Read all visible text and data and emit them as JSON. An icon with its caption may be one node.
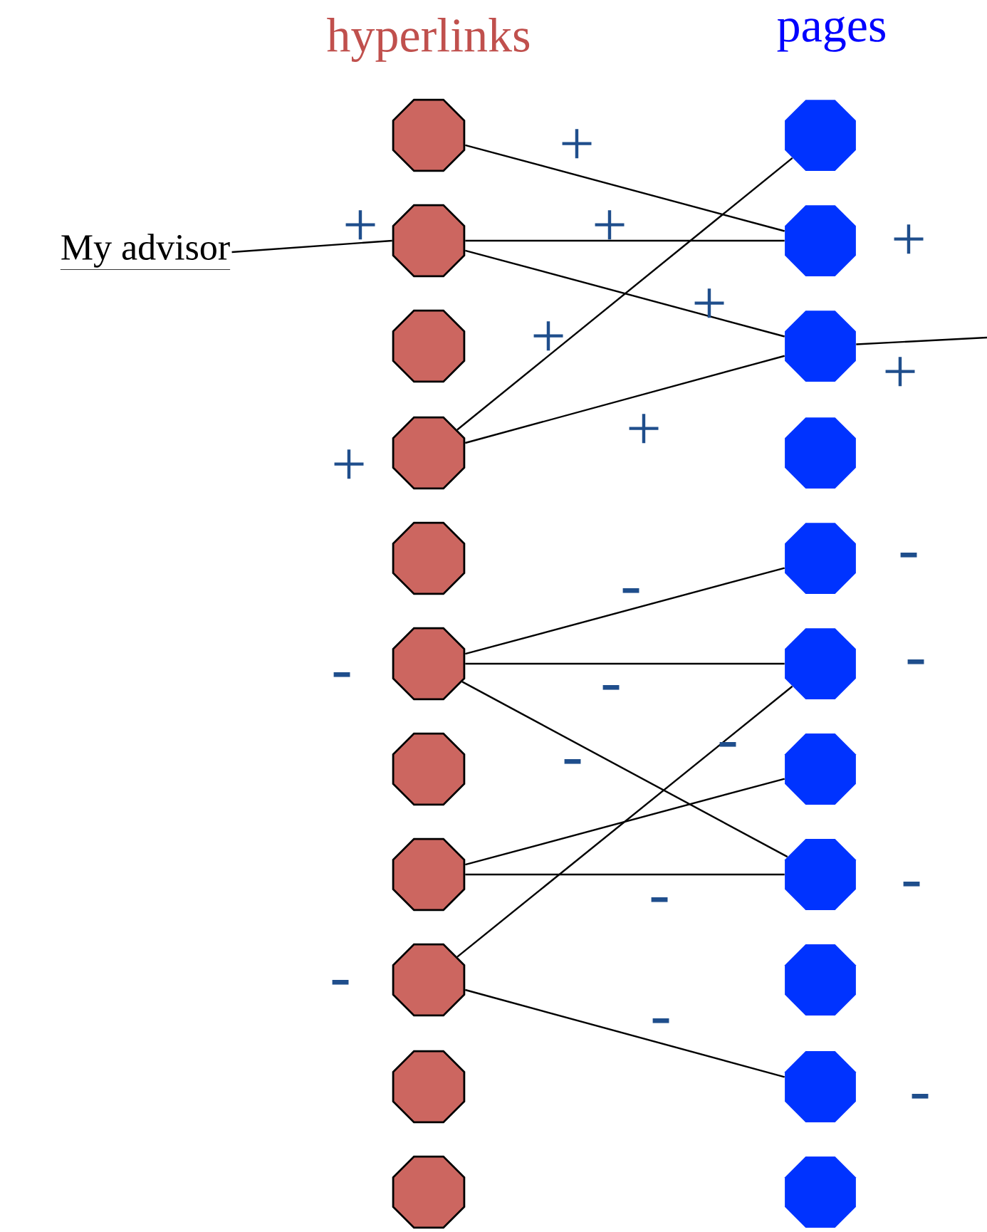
{
  "diagram": {
    "nodes": [
      {
        "text": [
          "My advisor"
        ]
      },
      {
        "text": [],
        "shape": "octagon"
      },
      {
        "text": [],
        "shape": "octagon"
      },
      {
        "text": [],
        "shape": "octagon"
      },
      {
        "text": [],
        "shape": "octagon"
      },
      {
        "text": [],
        "shape": "octagon"
      },
      {
        "text": [],
        "shape": "octagon"
      },
      {
        "text": [],
        "shape": "octagon"
      },
      {
        "text": [],
        "shape": "octagon"
      },
      {
        "text": [],
        "shape": "octagon"
      },
      {
        "text": [],
        "shape": "octagon"
      },
      {
        "text": [],
        "shape": "octagon"
      },
      {
        "text": [],
        "shape": "octagon"
      },
      {
        "text": [],
        "shape": "octagon"
      },
      {
        "text": [],
        "shape": "octagon"
      },
      {
        "text": [],
        "shape": "octagon"
      },
      {
        "text": [],
        "shape": "octagon"
      },
      {
        "text": [],
        "shape": "octagon"
      },
      {
        "text": [],
        "shape": "octagon"
      },
      {
        "text": [],
        "shape": "octagon"
      },
      {
        "text": [],
        "shape": "octagon"
      },
      {
        "text": [],
        "shape": "octagon"
      },
      {
        "text": [],
        "shape": "octagon"
      }
    ],
    "edges": [
      {
        "from": 0,
        "to": 2,
        "arrow": "none"
      },
      {
        "from": 1,
        "to": 13,
        "arrow": "none"
      },
      {
        "from": 2,
        "to": 13,
        "arrow": "none"
      },
      {
        "from": 2,
        "to": 14,
        "arrow": "none"
      },
      {
        "from": 4,
        "to": 12,
        "arrow": "none"
      },
      {
        "from": 4,
        "to": 14,
        "arrow": "none"
      },
      {
        "from": 14,
        "to": null,
        "arrow": "none"
      },
      {
        "from": 6,
        "to": 16,
        "arrow": "none"
      },
      {
        "from": 6,
        "to": 17,
        "arrow": "none"
      },
      {
        "from": 6,
        "to": 19,
        "arrow": "none"
      },
      {
        "from": 8,
        "to": 18,
        "arrow": "none"
      },
      {
        "from": 8,
        "to": 19,
        "arrow": "none"
      },
      {
        "from": 9,
        "to": 17,
        "arrow": "none"
      },
      {
        "from": 9,
        "to": 21,
        "arrow": "none"
      }
    ],
    "labels": [
      "hyperlinks",
      "pages",
      "+",
      "+",
      "+",
      "+",
      "+",
      "+",
      "+",
      "+",
      "+",
      "-",
      "-",
      "-",
      "-",
      "-",
      "-",
      "-",
      "-",
      "-",
      "-",
      "-",
      "-"
    ]
  }
}
